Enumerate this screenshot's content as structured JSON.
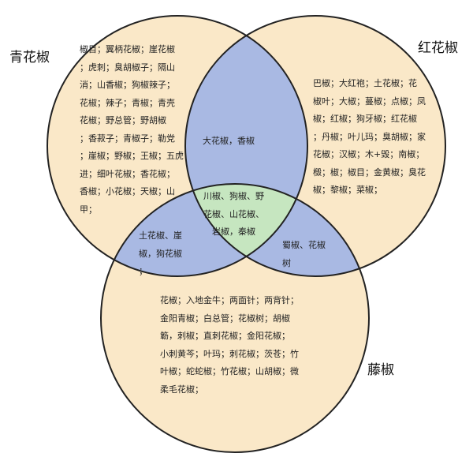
{
  "colors": {
    "set_fill": "#fae8c8",
    "pair_fill": "#a9b9e3",
    "center_fill": "#c6e6c0",
    "outline": "#222222"
  },
  "sets": {
    "green": "青花椒",
    "red": "红花椒",
    "vine": "藤椒"
  },
  "regions": {
    "green_only": "椒目；翼柄花椒；崖花椒\n；虎刺；臭胡椒子；隔山\n消；山香椒；狗椒辣子；\n花椒；辣子；青椒；青壳\n花椒；野总管；野胡椒\n；香菽子；青椒子；勒党\n；崖椒；野椒；王椒；五虎\n进；细叶花椒；香花椒；\n香椒；小花椒；天椒；山\n甲；",
    "red_only": "巴椒；大红袍；土花椒；花\n椒叶；大椒；蔓椒；点椒；凤\n椒；红椒；狗牙椒；红花椒\n；丹椒；叶儿玛；臭胡椒；家\n花椒；汉椒；木+毁；南椒；\n檓；椒；椒目；金黄椒；臭花\n椒；黎椒；菜椒；",
    "vine_only": "花椒；入地金牛；两面针；两背针；\n金阳青椒；白总管；花椒树；胡椒\n簕，刺椒；直刺花椒；金阳花椒；\n小刺黄芩；叶玛；刺花椒；茨苍；竹\n叶椒；蛇蛇椒；竹花椒；山胡椒；微\n柔毛花椒；",
    "green_red": "大花椒，香椒",
    "green_vine": "土花椒、崖\n椒，狗花椒\n；",
    "red_vine": "蜀椒、花椒\n树",
    "all_three": "川椒、狗椒、野\n花椒、山花椒、\n岩椒，秦椒"
  }
}
